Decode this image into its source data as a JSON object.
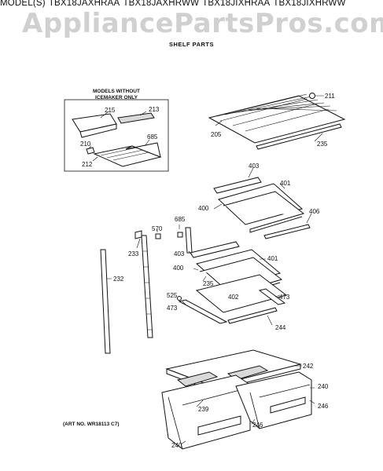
{
  "header": {
    "prefix": "MODEL(S)",
    "models": [
      "TBX18JAXHRAA",
      "TBX18JAXHRWW",
      "TBX18JIXHRAA",
      "TBX18JIXHRWW"
    ]
  },
  "watermark": "AppliancePartsPros.com",
  "subtitle": "SHELF PARTS",
  "inset_note": [
    "MODELS WITHOUT",
    "ICEMAKER ONLY"
  ],
  "art_no": "(ART NO. WR18113 C7)",
  "callouts": {
    "c211": "211",
    "c205": "205",
    "c235a": "235",
    "c215": "215",
    "c213": "213",
    "c210": "210",
    "c685a": "685",
    "c212": "212",
    "c403a": "403",
    "c401a": "401",
    "c400a": "400",
    "c406": "406",
    "c685b": "685",
    "c570": "570",
    "c233": "233",
    "c232": "232",
    "c403b": "403",
    "c401b": "401",
    "c400b": "400",
    "c235b": "235",
    "c402": "402",
    "c473a": "473",
    "c525": "525",
    "c473b": "473",
    "c244": "244",
    "c242": "242",
    "c240a": "240",
    "c239": "239",
    "c246a": "246",
    "c246b": "246",
    "c240b": "240"
  }
}
